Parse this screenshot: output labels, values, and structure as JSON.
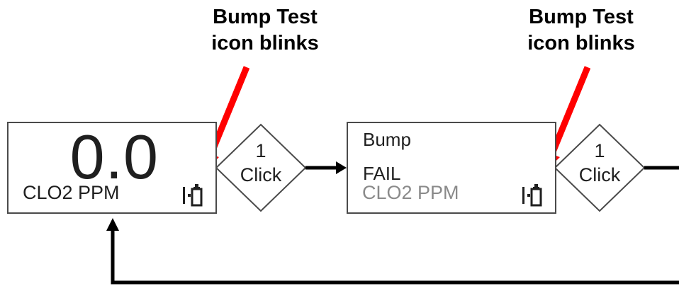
{
  "annotations": [
    {
      "line1": "Bump Test",
      "line2": "icon blinks"
    },
    {
      "line1": "Bump Test",
      "line2": "icon blinks"
    }
  ],
  "screen_a": {
    "reading": "0.0",
    "unit": "CLO2 PPM",
    "icon": "bump-test-icon"
  },
  "screen_b": {
    "line1": "Bump",
    "line2": "FAIL",
    "unit": "CLO2 PPM",
    "icon": "bump-test-icon"
  },
  "diamonds": [
    {
      "count": "1",
      "action": "Click"
    },
    {
      "count": "1",
      "action": "Click"
    }
  ],
  "colors": {
    "annotation_arrow": "#ff0000",
    "flow_line": "#000000",
    "screen_border": "#4a4a4a",
    "dim_text": "#8a8a8a"
  }
}
